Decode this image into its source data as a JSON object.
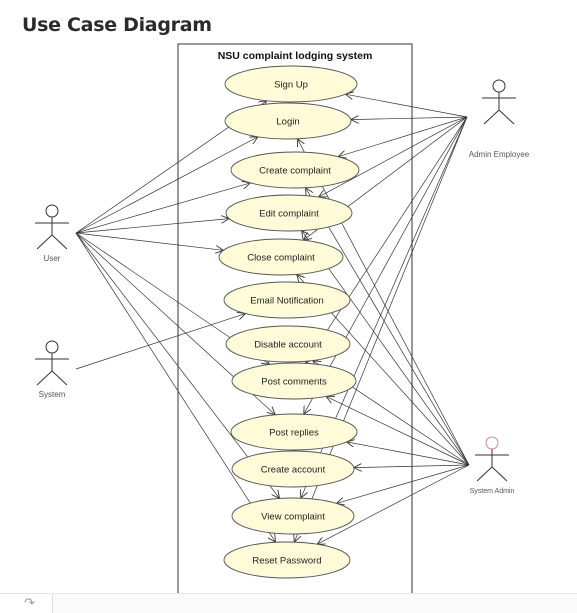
{
  "page": {
    "title": "Use Case Diagram"
  },
  "diagram": {
    "system_title": "NSU complaint lodging system",
    "colors": {
      "usecase_fill": "#fffbd9",
      "usecase_stroke": "#555555",
      "line": "#333333",
      "system_admin_head": "#d98585"
    },
    "actors": [
      {
        "id": "user",
        "label": "User"
      },
      {
        "id": "system",
        "label": "System"
      },
      {
        "id": "admin_employee",
        "label": "Admin Employee"
      },
      {
        "id": "system_admin",
        "label": "System Admin"
      }
    ],
    "use_cases": [
      {
        "id": "signup",
        "label": "Sign Up"
      },
      {
        "id": "login",
        "label": "Login"
      },
      {
        "id": "create_complaint",
        "label": "Create complaint"
      },
      {
        "id": "edit_complaint",
        "label": "Edit complaint"
      },
      {
        "id": "close_complaint",
        "label": "Close complaint"
      },
      {
        "id": "email_notification",
        "label": "Email Notification"
      },
      {
        "id": "disable_account",
        "label": "Disable account"
      },
      {
        "id": "post_comments",
        "label": "Post comments"
      },
      {
        "id": "post_replies",
        "label": "Post replies"
      },
      {
        "id": "create_account",
        "label": "Create account"
      },
      {
        "id": "view_complaint",
        "label": "View complaint"
      },
      {
        "id": "reset_password",
        "label": "Reset Password"
      }
    ],
    "associations": [
      [
        "user",
        "signup"
      ],
      [
        "user",
        "login"
      ],
      [
        "user",
        "create_complaint"
      ],
      [
        "user",
        "edit_complaint"
      ],
      [
        "user",
        "close_complaint"
      ],
      [
        "user",
        "post_comments"
      ],
      [
        "user",
        "post_replies"
      ],
      [
        "user",
        "view_complaint"
      ],
      [
        "user",
        "reset_password"
      ],
      [
        "system",
        "email_notification"
      ],
      [
        "admin_employee",
        "signup"
      ],
      [
        "admin_employee",
        "login"
      ],
      [
        "admin_employee",
        "create_complaint"
      ],
      [
        "admin_employee",
        "edit_complaint"
      ],
      [
        "admin_employee",
        "close_complaint"
      ],
      [
        "admin_employee",
        "post_comments"
      ],
      [
        "admin_employee",
        "post_replies"
      ],
      [
        "admin_employee",
        "view_complaint"
      ],
      [
        "admin_employee",
        "reset_password"
      ],
      [
        "system_admin",
        "login"
      ],
      [
        "system_admin",
        "create_complaint"
      ],
      [
        "system_admin",
        "edit_complaint"
      ],
      [
        "system_admin",
        "close_complaint"
      ],
      [
        "system_admin",
        "disable_account"
      ],
      [
        "system_admin",
        "post_comments"
      ],
      [
        "system_admin",
        "post_replies"
      ],
      [
        "system_admin",
        "create_account"
      ],
      [
        "system_admin",
        "view_complaint"
      ],
      [
        "system_admin",
        "reset_password"
      ]
    ]
  },
  "footer": {
    "redo_icon": "redo-arrow-icon",
    "redo_glyph": "↷"
  }
}
